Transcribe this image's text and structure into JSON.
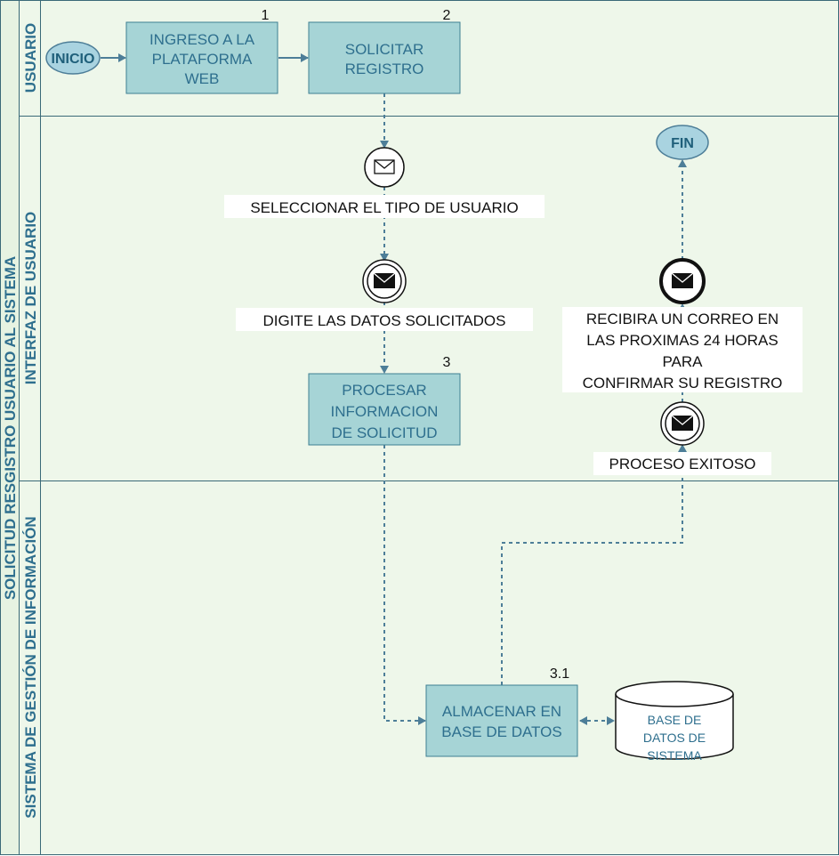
{
  "pool": {
    "title": "SOLICITUD RESGISTRO USUARIO AL SISTEMA"
  },
  "lanes": [
    {
      "label": "USUARIO"
    },
    {
      "label": "INTERFAZ DE USUARIO"
    },
    {
      "label": "SISTEMA DE GESTIÓN DE INFORMACIÓN"
    }
  ],
  "start": {
    "label": "INICIO"
  },
  "end": {
    "label": "FIN"
  },
  "tasks": [
    {
      "number": "1",
      "lines": [
        "INGRESO A LA",
        "PLATAFORMA",
        "WEB"
      ]
    },
    {
      "number": "2",
      "lines": [
        "SOLICITAR",
        "REGISTRO"
      ]
    },
    {
      "number": "3",
      "lines": [
        "PROCESAR",
        "INFORMACION",
        "DE SOLICITUD"
      ]
    },
    {
      "number": "3.1",
      "lines": [
        "ALMACENAR EN",
        "BASE DE DATOS"
      ]
    }
  ],
  "events": [
    {
      "label": "SELECCIONAR EL TIPO DE USUARIO",
      "kind": "message-catch"
    },
    {
      "label": "DIGITE LAS DATOS SOLICITADOS",
      "kind": "message-throw"
    },
    {
      "label": "PROCESO EXITOSO",
      "kind": "message-throw"
    },
    {
      "lines": [
        "RECIBIRA UN CORREO EN",
        "LAS PROXIMAS 24 HORAS",
        "PARA",
        "CONFIRMAR SU REGISTRO"
      ],
      "kind": "message-end"
    }
  ],
  "datastore": {
    "lines": [
      "BASE DE",
      "DATOS DE",
      "SISTEMA"
    ]
  },
  "icons": [
    "envelope-icon",
    "filled-envelope-icon"
  ],
  "colors": {
    "lane_bg": "#eef7ea",
    "task_fill": "#a6d4d6",
    "flow": "#4d7e98",
    "label_text": "#2e6f8e"
  }
}
